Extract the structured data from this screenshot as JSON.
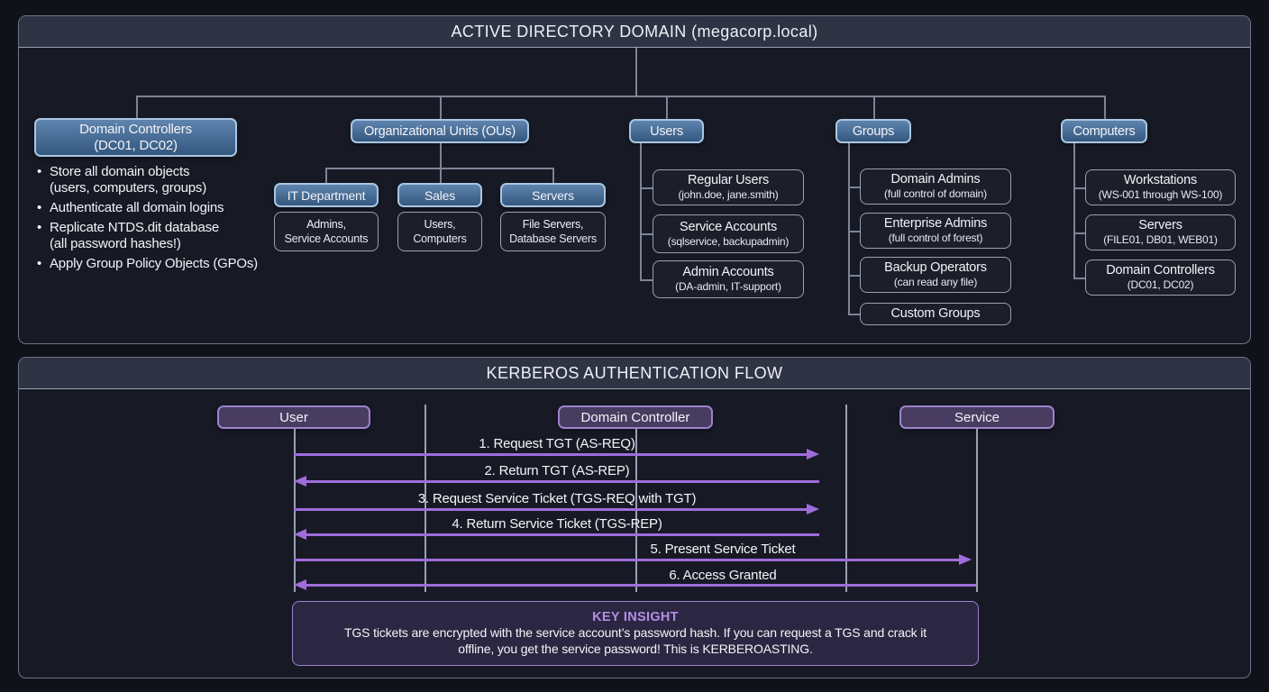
{
  "colors": {
    "page_bg": "#10121a",
    "panel_bg": "#171a25",
    "panel_border": "#6d7487",
    "header_bg": "#2f3445",
    "header_border": "#99a1b3",
    "text_primary": "#f2f3f7",
    "blue_box_top": "#5f84ae",
    "blue_box_bottom": "#33577f",
    "blue_box_border": "#a9c6e2",
    "gray_box_border": "#9aa0ad",
    "tree_line": "#7d8496",
    "purple_box_bg": "#483d61",
    "purple_box_border": "#9d82cc",
    "arrow": "#9f6cdb",
    "lifeline": "#9aa0b4",
    "insight_border": "#9d82cc",
    "insight_title": "#b48ee6"
  },
  "ad": {
    "title": "ACTIVE DIRECTORY DOMAIN (megacorp.local)",
    "nodes": {
      "domain_controllers": {
        "l1": "Domain Controllers",
        "l2": "(DC01, DC02)"
      },
      "ous": {
        "label": "Organizational Units (OUs)"
      },
      "users": {
        "label": "Users"
      },
      "groups": {
        "label": "Groups"
      },
      "computers": {
        "label": "Computers"
      }
    },
    "dc_bullets": [
      {
        "l1": "Store all domain objects",
        "l2": "(users, computers, groups)"
      },
      {
        "l1": "Authenticate all domain logins"
      },
      {
        "l1": "Replicate NTDS.dit database",
        "l2": "(all password hashes!)"
      },
      {
        "l1": "Apply Group Policy Objects (GPOs)"
      }
    ],
    "ou_children": [
      {
        "label": "IT Department",
        "sub1": "Admins,",
        "sub2": "Service Accounts"
      },
      {
        "label": "Sales",
        "sub1": "Users,",
        "sub2": "Computers"
      },
      {
        "label": "Servers",
        "sub1": "File Servers,",
        "sub2": "Database Servers"
      }
    ],
    "users_children": [
      {
        "l1": "Regular Users",
        "l2": "(john.doe, jane.smith)"
      },
      {
        "l1": "Service Accounts",
        "l2": "(sqlservice, backupadmin)"
      },
      {
        "l1": "Admin Accounts",
        "l2": "(DA-admin, IT-support)"
      }
    ],
    "groups_children": [
      {
        "l1": "Domain Admins",
        "l2": "(full control of domain)"
      },
      {
        "l1": "Enterprise Admins",
        "l2": "(full control of forest)"
      },
      {
        "l1": "Backup Operators",
        "l2": "(can read any file)"
      },
      {
        "l1": "Custom Groups"
      }
    ],
    "computers_children": [
      {
        "l1": "Workstations",
        "l2": "(WS-001 through WS-100)"
      },
      {
        "l1": "Servers",
        "l2": "(FILE01, DB01, WEB01)"
      },
      {
        "l1": "Domain Controllers",
        "l2": "(DC01, DC02)"
      }
    ]
  },
  "kerberos": {
    "title": "KERBEROS AUTHENTICATION FLOW",
    "actors": [
      {
        "label": "User"
      },
      {
        "label": "Domain Controller"
      },
      {
        "label": "Service"
      }
    ],
    "messages": [
      {
        "label": "1. Request TGT (AS-REQ)",
        "direction": "right"
      },
      {
        "label": "2. Return TGT (AS-REP)",
        "direction": "left"
      },
      {
        "label": "3. Request Service Ticket (TGS-REQ with TGT)",
        "direction": "right"
      },
      {
        "label": "4. Return Service Ticket (TGS-REP)",
        "direction": "left"
      },
      {
        "label": "5. Present Service Ticket",
        "direction": "right"
      },
      {
        "label": "6. Access Granted",
        "direction": "left"
      }
    ],
    "key_insight": {
      "title": "KEY INSIGHT",
      "line1": "TGS tickets are encrypted with the service account’s password hash. If you can request a TGS and crack it",
      "line2": "offline, you get the service password! This is KERBEROASTING."
    }
  }
}
